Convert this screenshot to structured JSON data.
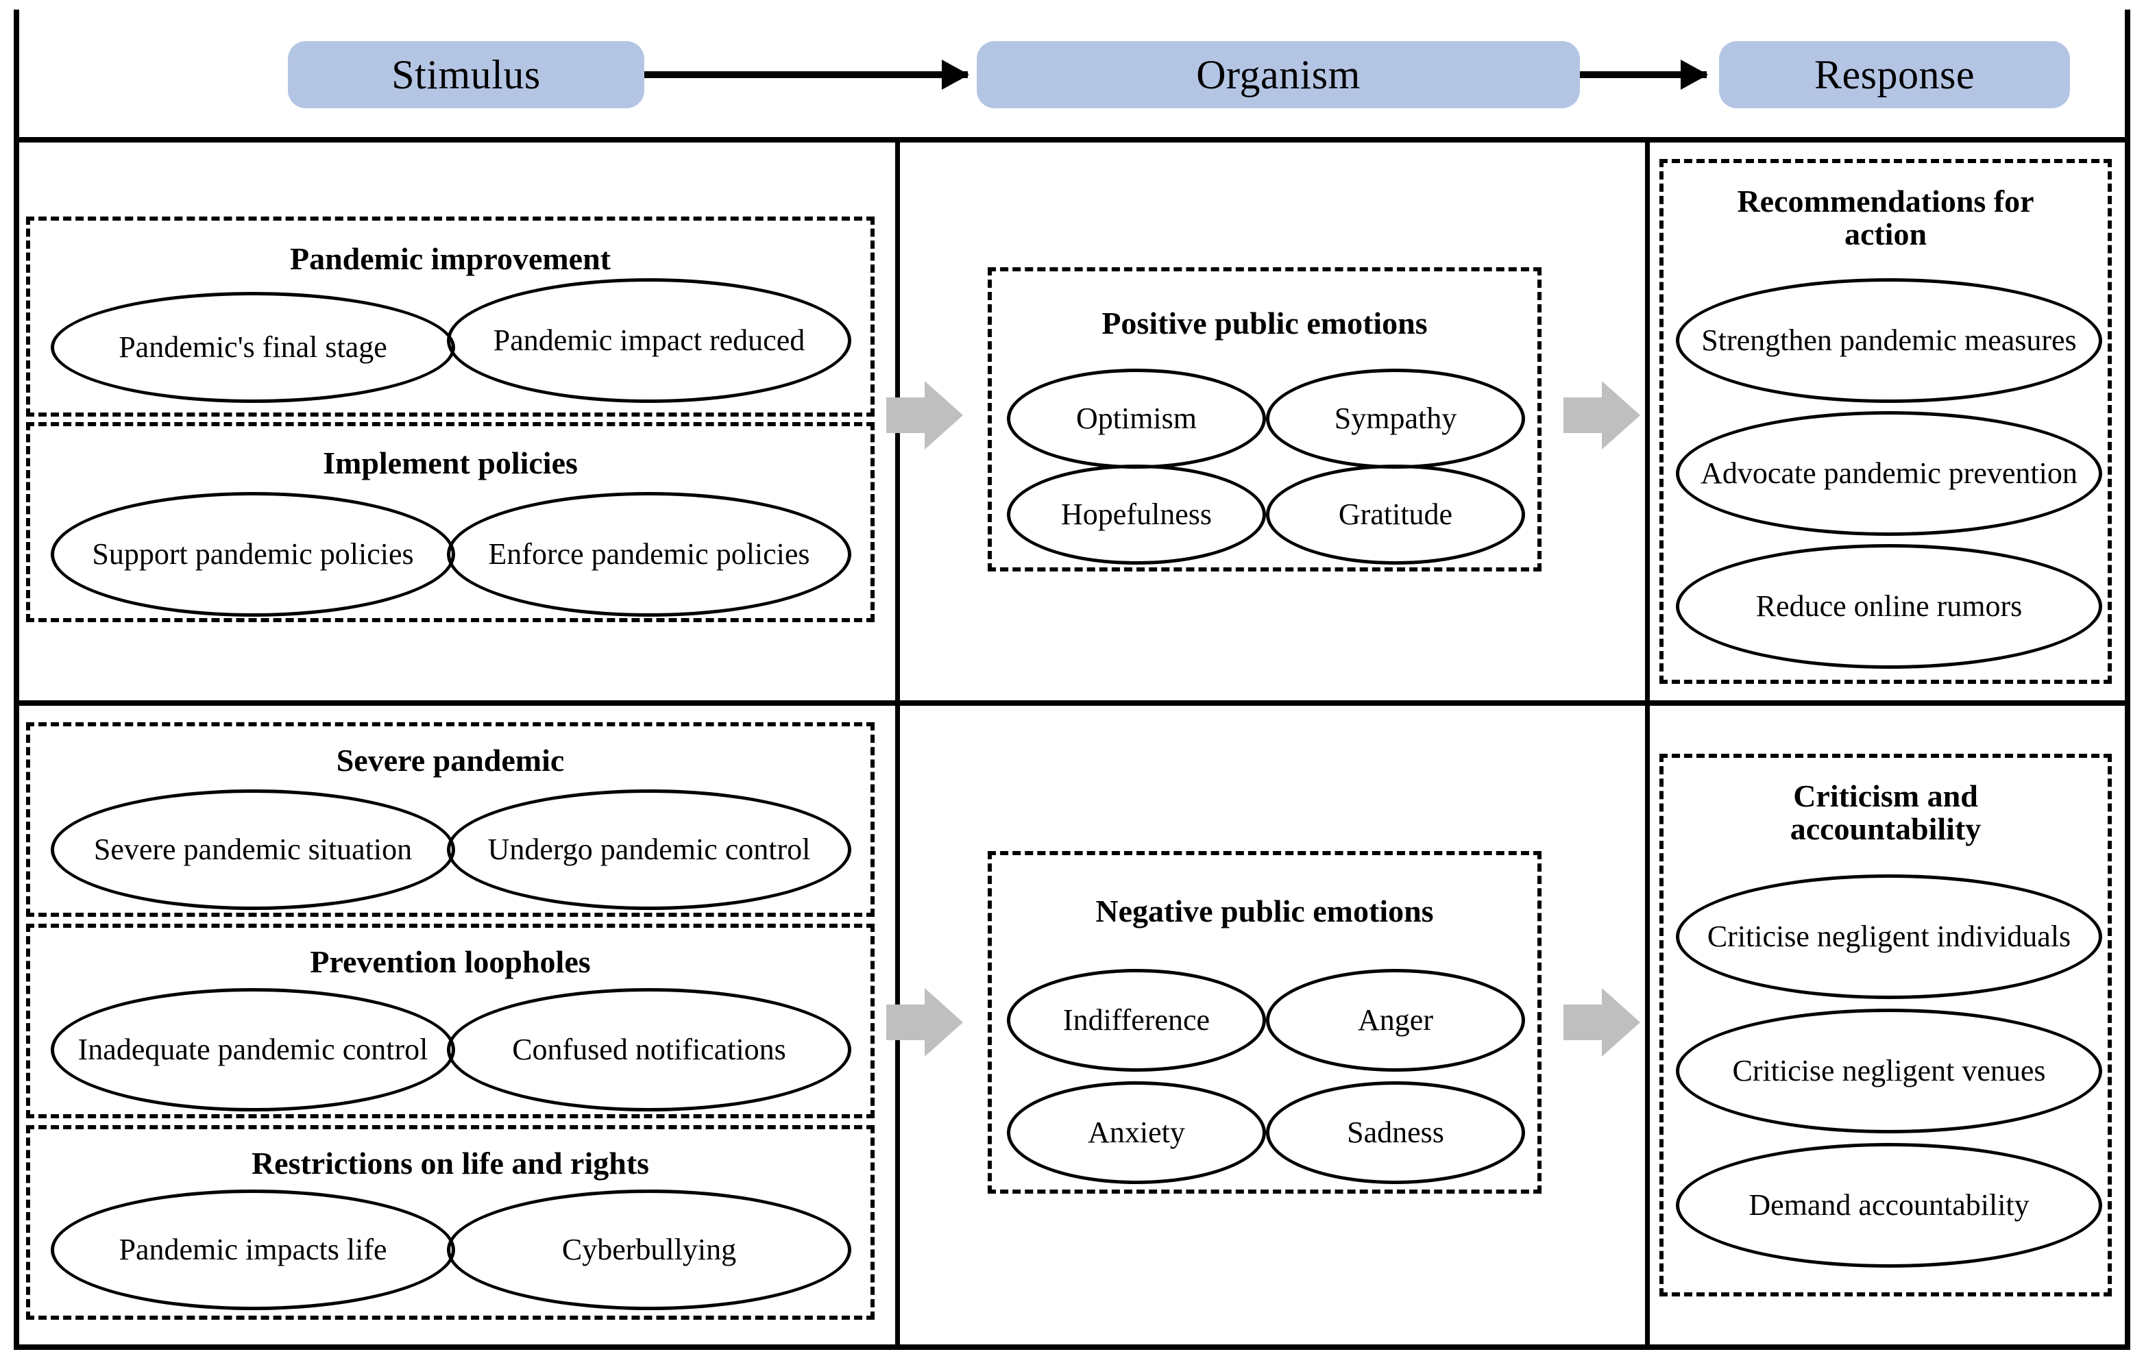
{
  "header": {
    "stages": [
      {
        "key": "stimulus",
        "label": "Stimulus"
      },
      {
        "key": "organism",
        "label": "Organism"
      },
      {
        "key": "response",
        "label": "Response"
      }
    ],
    "pill_color": "#b4c5e4",
    "arrow_color": "#000000"
  },
  "colors": {
    "pill_blue": "#b4c5e4",
    "block_arrow_grey": "#bfbfbf",
    "line_black": "#000000",
    "background": "#ffffff"
  },
  "stimulus": {
    "positive_groups": [
      {
        "title": "Pandemic improvement",
        "nodes": [
          "Pandemic's final stage",
          "Pandemic impact reduced"
        ]
      },
      {
        "title": "Implement policies",
        "nodes": [
          "Support pandemic policies",
          "Enforce pandemic policies"
        ]
      }
    ],
    "negative_groups": [
      {
        "title": "Severe pandemic",
        "nodes": [
          "Severe pandemic situation",
          "Undergo pandemic control"
        ]
      },
      {
        "title": "Prevention loopholes",
        "nodes": [
          "Inadequate pandemic control",
          "Confused notifications"
        ]
      },
      {
        "title": "Restrictions on life and rights",
        "nodes": [
          "Pandemic impacts life",
          "Cyberbullying"
        ]
      }
    ]
  },
  "organism": {
    "positive": {
      "title": "Positive public emotions",
      "nodes": [
        "Optimism",
        "Sympathy",
        "Hopefulness",
        "Gratitude"
      ]
    },
    "negative": {
      "title": "Negative public emotions",
      "nodes": [
        "Indifference",
        "Anger",
        "Anxiety",
        "Sadness"
      ]
    }
  },
  "response": {
    "positive": {
      "title": "Recommendations for action",
      "nodes": [
        "Strengthen pandemic measures",
        "Advocate pandemic prevention",
        "Reduce online rumors"
      ]
    },
    "negative": {
      "title": "Criticism and accountability",
      "nodes": [
        "Criticise negligent individuals",
        "Criticise negligent venues",
        "Demand accountability"
      ]
    }
  }
}
